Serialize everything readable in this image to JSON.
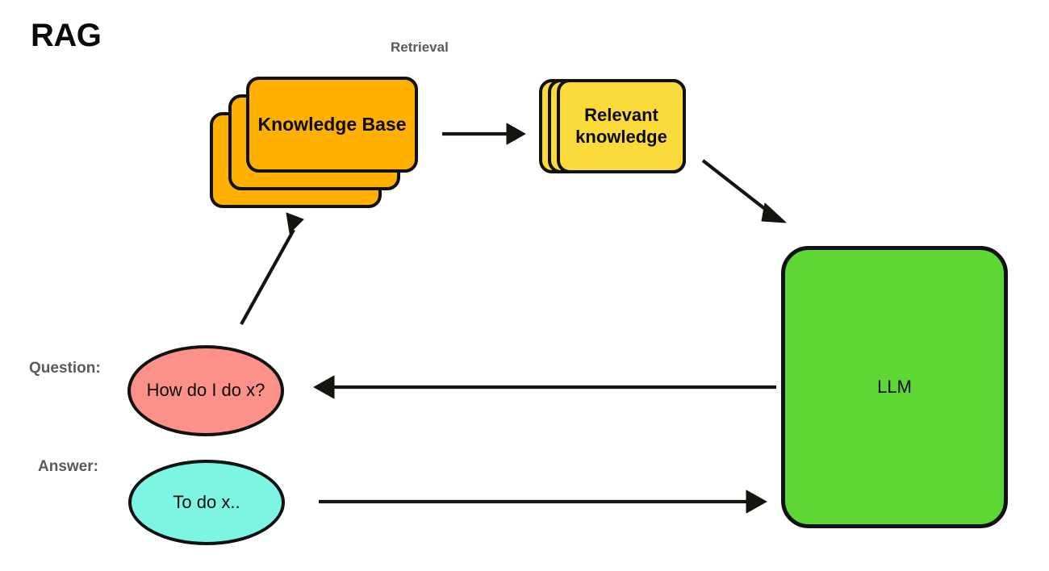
{
  "diagram": {
    "title": "RAG",
    "background_color": "#ffffff",
    "labels": {
      "retrieval": "Retrieval",
      "question": "Question:",
      "answer": "Answer:",
      "label_color": "#5a5a5a"
    },
    "nodes": {
      "knowledge_base": {
        "text": "Knowledge Base",
        "shape": "card-stack",
        "fill": "#FFB000",
        "stroke": "#111111",
        "stack_count": 3,
        "stack_direction": "down-left"
      },
      "relevant_knowledge": {
        "text": "Relevant knowledge",
        "line1": "Relevant",
        "line2": "knowledge",
        "shape": "card-stack",
        "fill": "#FBDB3C",
        "stroke": "#111111",
        "stack_count": 3,
        "stack_direction": "left"
      },
      "llm": {
        "text": "LLM",
        "shape": "rounded-rect",
        "fill": "#5CD734",
        "stroke": "#111111"
      },
      "question_bubble": {
        "text": "How do I do x?",
        "shape": "ellipse",
        "fill": "#FB9189",
        "stroke": "#111111"
      },
      "answer_bubble": {
        "text": "To do x..",
        "shape": "ellipse",
        "fill": "#7CF5E3",
        "stroke": "#111111"
      }
    },
    "edges": [
      {
        "id": "question-to-knowledge-base",
        "from": "question_bubble",
        "to": "knowledge_base",
        "style": "solid-arrow",
        "color": "#15140f"
      },
      {
        "id": "knowledge-base-to-relevant-knowledge",
        "from": "knowledge_base",
        "to": "relevant_knowledge",
        "style": "solid-arrow",
        "color": "#15140f"
      },
      {
        "id": "relevant-knowledge-to-llm",
        "from": "relevant_knowledge",
        "to": "llm",
        "style": "solid-arrow",
        "color": "#15140f"
      },
      {
        "id": "llm-to-question",
        "from": "llm",
        "to": "question_bubble",
        "style": "solid-arrow",
        "color": "#15140f"
      },
      {
        "id": "answer-to-llm",
        "from": "answer_bubble",
        "to": "llm",
        "style": "solid-arrow",
        "color": "#15140f"
      }
    ]
  }
}
